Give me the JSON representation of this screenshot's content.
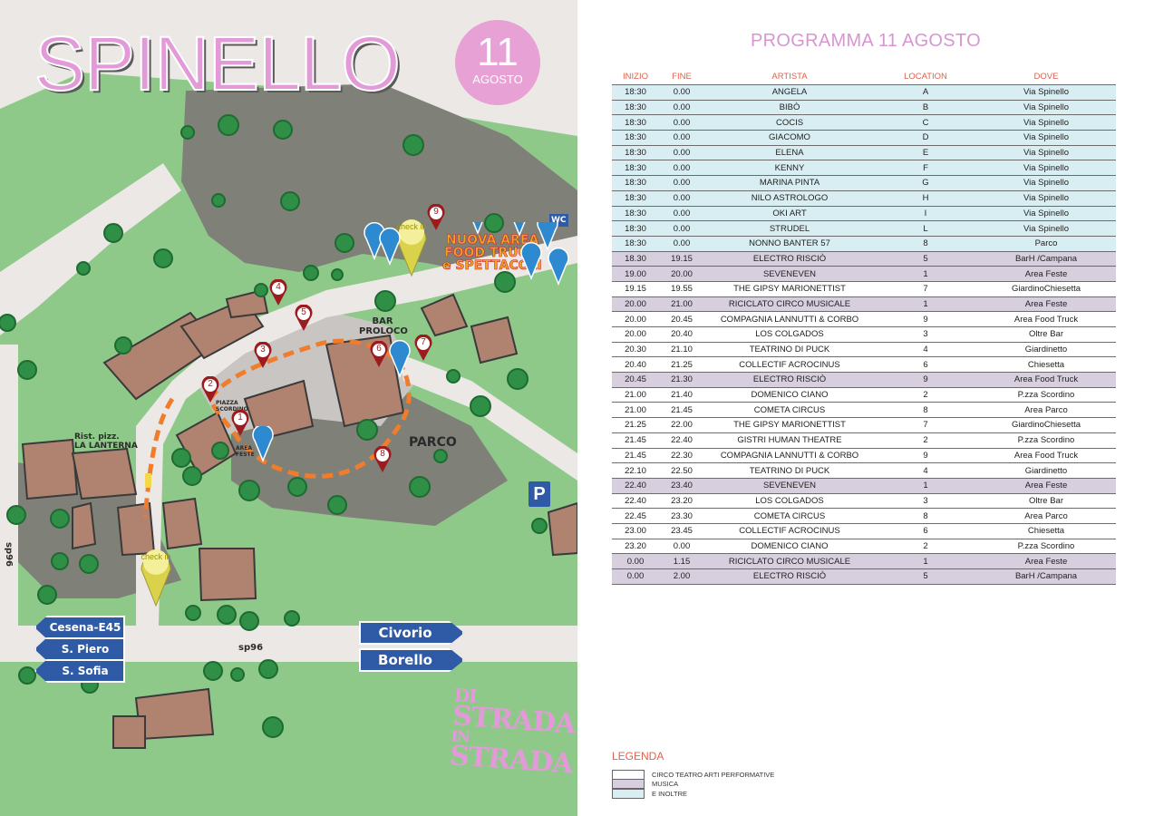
{
  "map": {
    "title": "SPINELLO",
    "date_day": "11",
    "date_month": "AGOSTO",
    "labels": {
      "bar_proloco": "BAR PROLOCO",
      "parco": "PARCO",
      "rist_pizz": "Rist. pizz.",
      "la_lanterna": "LA LANTERNA",
      "piazza_scordino": "PIAZZA SCORDINO",
      "area_feste": "AREA FESTE",
      "road_sp96": "sp96",
      "road_sp96_vertical": "sp96",
      "wc": "WC"
    },
    "checkin_label": "check in",
    "food_area": [
      "NUOVA AREA",
      "FOOD TRUCK",
      "e SPETTACOLI"
    ],
    "pins": [
      "1",
      "2",
      "3",
      "4",
      "5",
      "6",
      "7",
      "8",
      "9"
    ],
    "signs_left": [
      "Cesena-E45",
      "S. Piero",
      "S. Sofia"
    ],
    "signs_right": [
      "Civorio",
      "Borello"
    ],
    "parking_icon": "parking-icon",
    "logo_text": [
      "DI",
      "STRADA",
      "IN",
      "STRADA"
    ],
    "colors": {
      "pink": "#e29ad8",
      "green": "#8fc98a",
      "dark_green": "#7d7d72",
      "building": "#b08371",
      "pin": "#9b1b1e",
      "route": "#ef7d2c",
      "sign_blue": "#2f5aa6"
    }
  },
  "programma": {
    "title": "PROGRAMMA 11 AGOSTO",
    "headers": [
      "INIZIO",
      "FINE",
      "ARTISTA",
      "LOCATION",
      "DOVE"
    ],
    "rows": [
      [
        "18:30",
        "0.00",
        "ANGELA",
        "A",
        "Via Spinello",
        "e"
      ],
      [
        "18:30",
        "0.00",
        "BIBÒ",
        "B",
        "Via Spinello",
        "e"
      ],
      [
        "18:30",
        "0.00",
        "COCIS",
        "C",
        "Via Spinello",
        "e"
      ],
      [
        "18:30",
        "0.00",
        "GIACOMO",
        "D",
        "Via Spinello",
        "e"
      ],
      [
        "18:30",
        "0.00",
        "ELENA",
        "E",
        "Via Spinello",
        "e"
      ],
      [
        "18:30",
        "0.00",
        "KENNY",
        "F",
        "Via Spinello",
        "e"
      ],
      [
        "18:30",
        "0.00",
        "MARINA PINTA",
        "G",
        "Via Spinello",
        "e"
      ],
      [
        "18:30",
        "0.00",
        "NILO ASTROLOGO",
        "H",
        "Via Spinello",
        "e"
      ],
      [
        "18:30",
        "0.00",
        "OKI ART",
        "I",
        "Via Spinello",
        "e"
      ],
      [
        "18:30",
        "0.00",
        "STRUDEL",
        "L",
        "Via Spinello",
        "e"
      ],
      [
        "18:30",
        "0.00",
        "NONNO BANTER 57",
        "8",
        "Parco",
        "e"
      ],
      [
        "18.30",
        "19.15",
        "ELECTRO RISCIÒ",
        "5",
        "BarH /Campana",
        "m"
      ],
      [
        "19.00",
        "20.00",
        "SEVENEVEN",
        "1",
        "Area Feste",
        "m"
      ],
      [
        "19.15",
        "19.55",
        "THE GIPSY MARIONETTIST",
        "7",
        "GiardinoChiesetta",
        "c"
      ],
      [
        "20.00",
        "21.00",
        "RICICLATO CIRCO MUSICALE",
        "1",
        "Area Feste",
        "m"
      ],
      [
        "20.00",
        "20.45",
        "COMPAGNIA LANNUTTI & CORBO",
        "9",
        "Area Food Truck",
        "c"
      ],
      [
        "20.00",
        "20.40",
        "LOS COLGADOS",
        "3",
        "Oltre Bar",
        "c"
      ],
      [
        "20.30",
        "21.10",
        "TEATRINO DI PUCK",
        "4",
        "Giardinetto",
        "c"
      ],
      [
        "20.40",
        "21.25",
        "COLLECTIF ACROCINUS",
        "6",
        "Chiesetta",
        "c"
      ],
      [
        "20.45",
        "21.30",
        "ELECTRO RISCIÒ",
        "9",
        "Area Food Truck",
        "m"
      ],
      [
        "21.00",
        "21.40",
        "DOMENICO CIANO",
        "2",
        "P.zza Scordino",
        "c"
      ],
      [
        "21.00",
        "21.45",
        "COMETA CIRCUS",
        "8",
        "Area Parco",
        "c"
      ],
      [
        "21.25",
        "22.00",
        "THE GIPSY MARIONETTIST",
        "7",
        "GiardinoChiesetta",
        "c"
      ],
      [
        "21.45",
        "22.40",
        "GISTRI HUMAN THEATRE",
        "2",
        "P.zza Scordino",
        "c"
      ],
      [
        "21.45",
        "22.30",
        "COMPAGNIA LANNUTTI & CORBO",
        "9",
        "Area Food Truck",
        "c"
      ],
      [
        "22.10",
        "22.50",
        "TEATRINO DI PUCK",
        "4",
        "Giardinetto",
        "c"
      ],
      [
        "22.40",
        "23.40",
        "SEVENEVEN",
        "1",
        "Area Feste",
        "m"
      ],
      [
        "22.40",
        "23.20",
        "LOS COLGADOS",
        "3",
        "Oltre  Bar",
        "c"
      ],
      [
        "22.45",
        "23.30",
        "COMETA CIRCUS",
        "8",
        "Area Parco",
        "c"
      ],
      [
        "23.00",
        "23.45",
        "COLLECTIF ACROCINUS",
        "6",
        "Chiesetta",
        "c"
      ],
      [
        "23.20",
        "0.00",
        "DOMENICO CIANO",
        "2",
        "P.zza Scordino",
        "c"
      ],
      [
        "0.00",
        "1.15",
        "RICICLATO CIRCO MUSICALE",
        "1",
        "Area Feste",
        "m"
      ],
      [
        "0.00",
        "2.00",
        "ELECTRO RISCIÒ",
        "5",
        "BarH /Campana",
        "m"
      ]
    ]
  },
  "legenda": {
    "title": "LEGENDA",
    "items": [
      {
        "label": "CIRCO TEATRO ARTI PERFORMATIVE",
        "color": "#ffffff"
      },
      {
        "label": "MUSICA",
        "color": "#d7cfde"
      },
      {
        "label": "E INOLTRE",
        "color": "#d9eef2"
      }
    ]
  }
}
